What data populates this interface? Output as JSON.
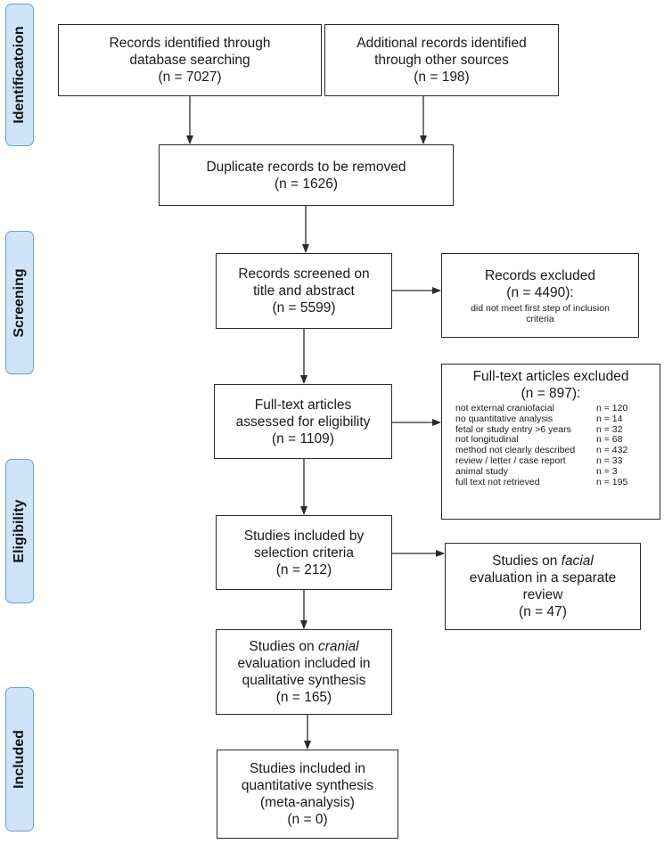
{
  "phases": {
    "identification": "Identificatoion",
    "screening": "Screening",
    "eligibility": "Eligibility",
    "included": "Included"
  },
  "boxes": {
    "database": [
      "Records identified through",
      "database searching",
      "(n = 7027)"
    ],
    "other_sources": [
      "Additional records identified",
      "through other sources",
      "(n = 198)"
    ],
    "duplicates": [
      "Duplicate records to be removed",
      "(n = 1626)"
    ],
    "screened": [
      "Records screened on",
      "title and abstract",
      "(n = 5599)"
    ],
    "excluded": {
      "title": "Records excluded",
      "count": "(n = 4490):",
      "note": "did not meet first step of inclusion criteria"
    },
    "fulltext": [
      "Full-text articles",
      "assessed for eligibility",
      "(n = 1109)"
    ],
    "fulltext_excluded": {
      "title": "Full-text articles excluded",
      "count": "(n = 897):",
      "reasons": [
        {
          "label": "not external craniofacial",
          "n": "n = 120"
        },
        {
          "label": "no quantitative analysis",
          "n": "n = 14"
        },
        {
          "label": "fetal or study entry >6 years",
          "n": "n = 32"
        },
        {
          "label": "not longitudinal",
          "n": "n = 68"
        },
        {
          "label": "method not clearly described",
          "n": "n = 432"
        },
        {
          "label": "review / letter / case report",
          "n": "n = 33"
        },
        {
          "label": "animal study",
          "n": "n = 3"
        },
        {
          "label": "full text not retrieved",
          "n": "n = 195"
        }
      ]
    },
    "included_criteria": [
      "Studies included by",
      "selection criteria",
      "(n = 212)"
    ],
    "facial": {
      "prefix": "Studies on ",
      "italic": "facial",
      "rest": "evaluation in a separate",
      "line3": "review",
      "count": "(n = 47)"
    },
    "cranial": {
      "line1_prefix": "Studies on ",
      "line1_italic": "cranial",
      "line2": "evaluation included in",
      "line3": "qualitative synthesis",
      "count": "(n = 165)"
    },
    "quantitative": [
      "Studies included in",
      "quantitative synthesis",
      "(meta-analysis)",
      "(n = 0)"
    ]
  }
}
